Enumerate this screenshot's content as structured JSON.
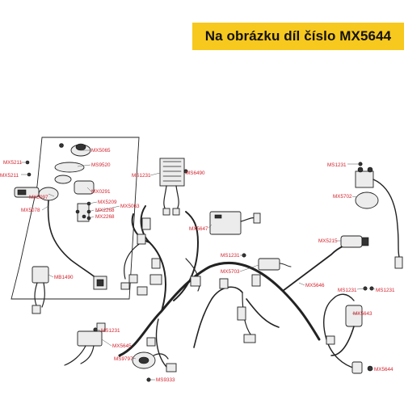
{
  "banner": {
    "title": "Na obrázku díl číslo MX5644",
    "color": "#f7c81e"
  },
  "label_color": "#d11f2a",
  "labels": [
    {
      "text": "MX5211"
    },
    {
      "text": "MX5211"
    },
    {
      "text": "MX5065"
    },
    {
      "text": "MS9520"
    },
    {
      "text": "MX5097"
    },
    {
      "text": "MX0291"
    },
    {
      "text": "MX5078"
    },
    {
      "text": "MX5209"
    },
    {
      "text": "MX5063"
    },
    {
      "text": "MX2268"
    },
    {
      "text": "MX2268"
    },
    {
      "text": "MS1231"
    },
    {
      "text": "MS6490"
    },
    {
      "text": "MX5647"
    },
    {
      "text": "MS1231"
    },
    {
      "text": "MX5703"
    },
    {
      "text": "MS1231"
    },
    {
      "text": "MX5702"
    },
    {
      "text": "MX5215"
    },
    {
      "text": "MX5646"
    },
    {
      "text": "MS1231"
    },
    {
      "text": "MS1231"
    },
    {
      "text": "MX5643"
    },
    {
      "text": "MX5644"
    },
    {
      "text": "MB1490"
    },
    {
      "text": "MS1231"
    },
    {
      "text": "MX5645"
    },
    {
      "text": "MS9797"
    },
    {
      "text": "MS9333"
    }
  ]
}
